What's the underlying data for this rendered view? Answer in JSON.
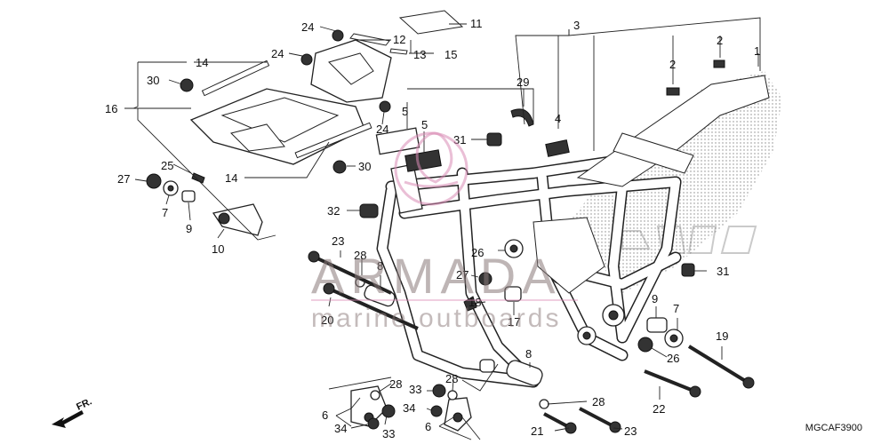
{
  "diagram_code": "MGCAF3900",
  "front_indicator": "FR.",
  "watermark": {
    "brand": "ARMADA",
    "sub": "marine outboards"
  },
  "callouts": [
    {
      "id": "c1",
      "text": "1"
    },
    {
      "id": "c2a",
      "text": "2"
    },
    {
      "id": "c2b",
      "text": "2"
    },
    {
      "id": "c3",
      "text": "3"
    },
    {
      "id": "c4",
      "text": "4"
    },
    {
      "id": "c5a",
      "text": "5"
    },
    {
      "id": "c5b",
      "text": "5"
    },
    {
      "id": "c6a",
      "text": "6"
    },
    {
      "id": "c6b",
      "text": "6"
    },
    {
      "id": "c7a",
      "text": "7"
    },
    {
      "id": "c7b",
      "text": "7"
    },
    {
      "id": "c8a",
      "text": "8"
    },
    {
      "id": "c8b",
      "text": "8"
    },
    {
      "id": "c9a",
      "text": "9"
    },
    {
      "id": "c9b",
      "text": "9"
    },
    {
      "id": "c10",
      "text": "10"
    },
    {
      "id": "c11",
      "text": "11"
    },
    {
      "id": "c12",
      "text": "12"
    },
    {
      "id": "c13",
      "text": "13"
    },
    {
      "id": "c14a",
      "text": "14"
    },
    {
      "id": "c14b",
      "text": "14"
    },
    {
      "id": "c15",
      "text": "15"
    },
    {
      "id": "c16",
      "text": "16"
    },
    {
      "id": "c17",
      "text": "17"
    },
    {
      "id": "c18",
      "text": "18"
    },
    {
      "id": "c19",
      "text": "19"
    },
    {
      "id": "c20",
      "text": "20"
    },
    {
      "id": "c21",
      "text": "21"
    },
    {
      "id": "c22",
      "text": "22"
    },
    {
      "id": "c23a",
      "text": "23"
    },
    {
      "id": "c23b",
      "text": "23"
    },
    {
      "id": "c24a",
      "text": "24"
    },
    {
      "id": "c24b",
      "text": "24"
    },
    {
      "id": "c24c",
      "text": "24"
    },
    {
      "id": "c25",
      "text": "25"
    },
    {
      "id": "c26a",
      "text": "26"
    },
    {
      "id": "c26b",
      "text": "26"
    },
    {
      "id": "c27a",
      "text": "27"
    },
    {
      "id": "c27b",
      "text": "27"
    },
    {
      "id": "c28a",
      "text": "28"
    },
    {
      "id": "c28b",
      "text": "28"
    },
    {
      "id": "c28c",
      "text": "28"
    },
    {
      "id": "c28d",
      "text": "28"
    },
    {
      "id": "c29",
      "text": "29"
    },
    {
      "id": "c30a",
      "text": "30"
    },
    {
      "id": "c30b",
      "text": "30"
    },
    {
      "id": "c31a",
      "text": "31"
    },
    {
      "id": "c31b",
      "text": "31"
    },
    {
      "id": "c32",
      "text": "32"
    },
    {
      "id": "c33a",
      "text": "33"
    },
    {
      "id": "c33b",
      "text": "33"
    },
    {
      "id": "c34a",
      "text": "34"
    },
    {
      "id": "c34b",
      "text": "34"
    }
  ]
}
